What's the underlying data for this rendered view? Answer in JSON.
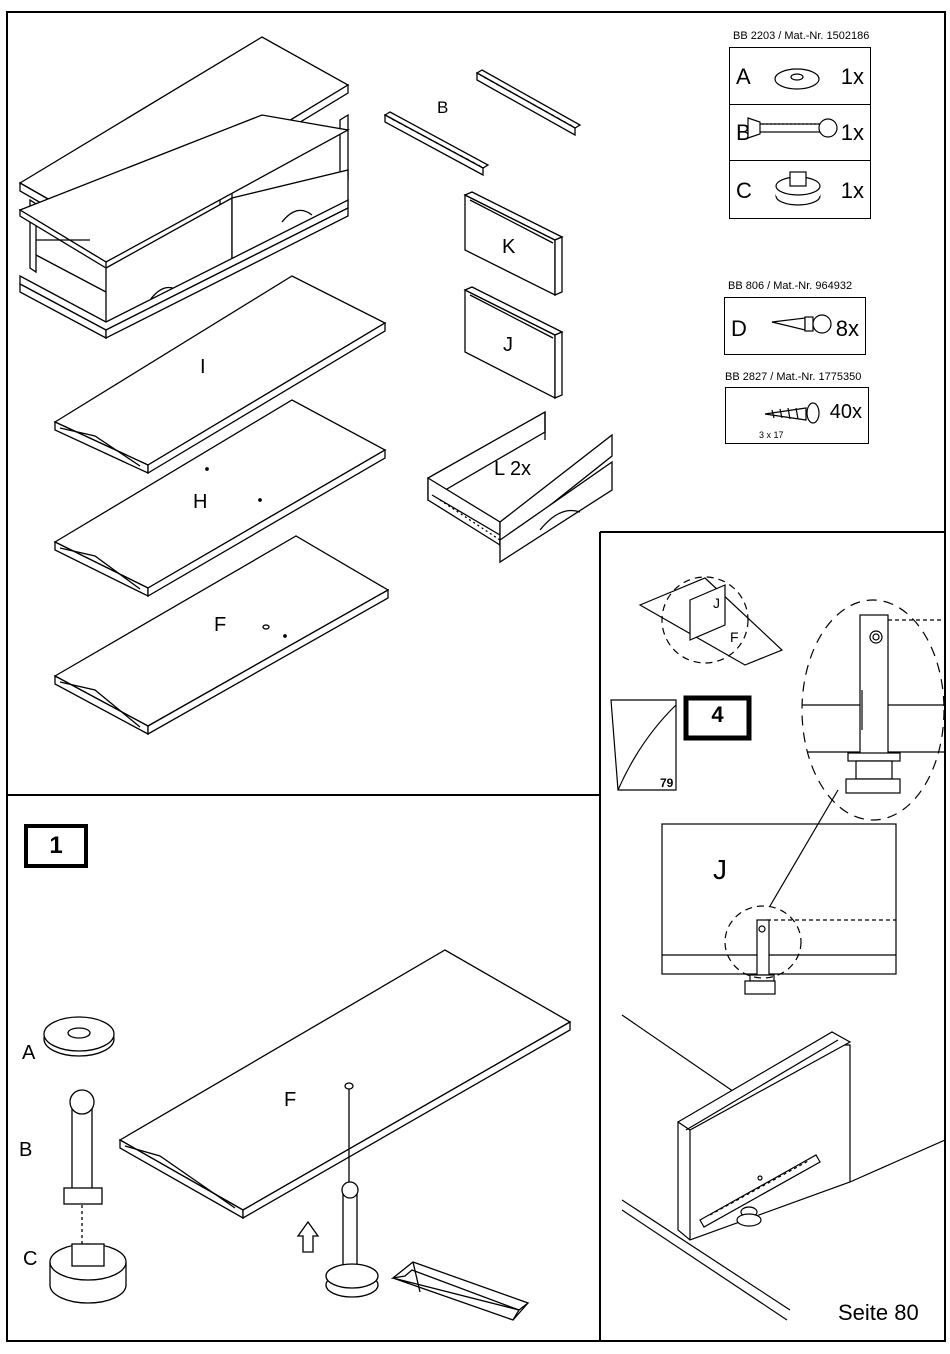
{
  "parts": {
    "B": "B",
    "K": "K",
    "J": "J",
    "I": "I",
    "H": "H",
    "F": "F",
    "L": "L 2x"
  },
  "hardware": [
    {
      "caption": "BB 2203 / Mat.-Nr. 1502186",
      "items": [
        {
          "letter": "A",
          "qty": "1x",
          "icon": "washer-icon"
        },
        {
          "letter": "B",
          "qty": "1x",
          "icon": "bolt-icon"
        },
        {
          "letter": "C",
          "qty": "1x",
          "icon": "foot-icon"
        }
      ]
    },
    {
      "caption": "BB 806 / Mat.-Nr. 964932",
      "items": [
        {
          "letter": "D",
          "qty": "8x",
          "icon": "screw-icon"
        }
      ]
    },
    {
      "caption": "BB 2827 / Mat.-Nr. 1775350",
      "items": [
        {
          "letter": "",
          "qty": "40x",
          "icon": "wood-screw-icon",
          "size": "3 x 17"
        }
      ]
    }
  ],
  "detail": {
    "ref_step": "4",
    "ref_page": "79",
    "part_j": "J",
    "part_f": "F",
    "board_j": "J"
  },
  "step": {
    "number": "1",
    "labels": {
      "A": "A",
      "B": "B",
      "C": "C",
      "F": "F"
    }
  },
  "footer": {
    "page": "Seite 80"
  }
}
